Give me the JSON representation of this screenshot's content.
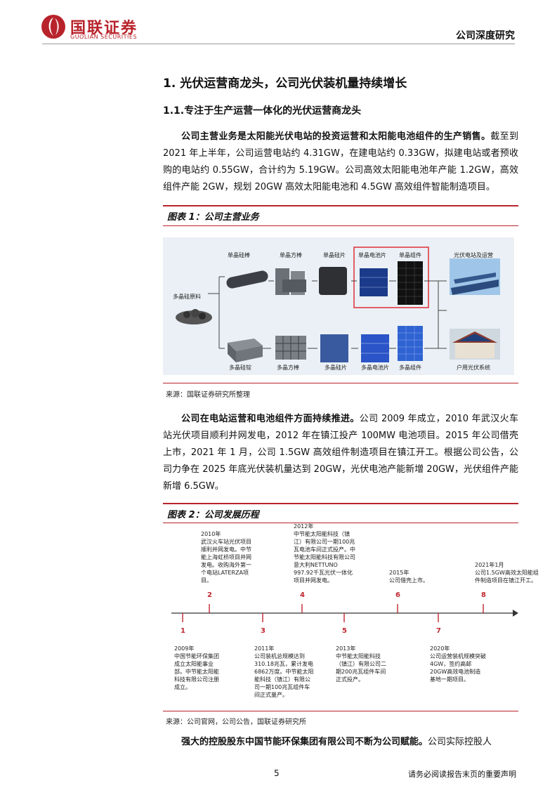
{
  "header": {
    "logo_cn": "国联证券",
    "logo_en": "GUOLIAN SECURITIES",
    "doc_type": "公司深度研究"
  },
  "section": {
    "title": "1. 光伏运营商龙头，公司光伏装机量持续增长",
    "subtitle": "1.1.专注于生产运营一体化的光伏运营商龙头"
  },
  "paragraphs": {
    "p1_lead": "公司主营业务是太阳能光伏电站的投资运营和太阳能电池组件的生产销售。",
    "p1_body": "截至到 2021 年上半年，公司运营电站约 4.31GW，在建电站约 0.33GW，拟建电站或者预收购的电站约 0.55GW，合计约为 5.19GW。公司高效太阳能电池年产能 1.2GW，高效组件产能 2GW，规划 20GW 高效太阳能电池和 4.5GW 高效组件智能制造项目。",
    "p2_lead": "公司在电站运营和电池组件方面持续推进。",
    "p2_body": "公司 2009 年成立，2010 年武汉火车站光伏项目顺利并网发电，2012 年在镇江投产 100MW 电池项目。2015 年公司借壳上市，2021 年 1 月，公司 1.5GW 高效组件制造项目在镇江开工。根据公司公告，公司力争在 2025 年底光伏装机量达到 20GW，光伏电池产能新增 20GW，光伏组件产能新增 6.5GW。",
    "p3_lead": "强大的控股股东中国节能环保集团有限公司不断为公司赋能。",
    "p3_body": "公司实际控股人"
  },
  "figure1": {
    "title": "图表 1：公司主营业务",
    "source": "来源：国联证券研究所整理",
    "labels": {
      "raw": "多晶硅原料",
      "mono_rod": "单晶硅棒",
      "mono_square": "单晶方棒",
      "mono_wafer": "单晶硅片",
      "mono_cell": "单晶电池片",
      "mono_module": "单晶组件",
      "station": "光伏电站及运营",
      "poly_ingot": "多晶硅锭",
      "poly_square": "多晶方棒",
      "poly_wafer": "多晶硅片",
      "poly_cell": "多晶电池片",
      "poly_module": "多晶组件",
      "rooftop": "户用光伏系统"
    },
    "colors": {
      "highlight": "#e02d36",
      "panel": "#eaf0f5"
    }
  },
  "figure2": {
    "title": "图表 2：公司发展历程",
    "source": "来源：公司官网，公司公告，国联证券研究所",
    "events": [
      {
        "num": "1",
        "text": "2009年\n中国节能环保集团成立太阳能事业部。中节能太阳能科技有限公司注册成立。"
      },
      {
        "num": "2",
        "text": "2010年\n武汉火车站光伏项目顺利并网发电。中节能上海虹桥项目并网发电。收购海外第一个电站LATERZA项目。"
      },
      {
        "num": "3",
        "text": "2011年\n公司装机总规模达到310.18兆瓦，累计发电6862万度。中节能太阳能科技（镇江）有限公司一期100兆瓦组件车间正式量产。"
      },
      {
        "num": "4",
        "text": "2012年\n中节能太阳能科技（镇江）有限公司一期100兆瓦电池车间正式投产。中节能太阳能科技有限公司意大利NETTUNO 997.92千瓦光伏一体化项目并网发电。"
      },
      {
        "num": "5",
        "text": "2013年\n中节能太阳能科技（镇江）有限公司二期200兆瓦组件车间正式投产。"
      },
      {
        "num": "6",
        "text": "2015年\n公司借壳上市。"
      },
      {
        "num": "7",
        "text": "2020年\n公司运营装机规模突破4GW，签约高邮20GW高效电池制造基地一期项目。"
      },
      {
        "num": "8",
        "text": "2021年1月\n公司1.5GW高效太阳能组件制造项目在镇江开工。"
      }
    ],
    "colors": {
      "marker": "#c0282f",
      "axis": "#333333"
    }
  },
  "footer": {
    "page": "5",
    "note": "请务必阅读报告末页的重要声明"
  }
}
